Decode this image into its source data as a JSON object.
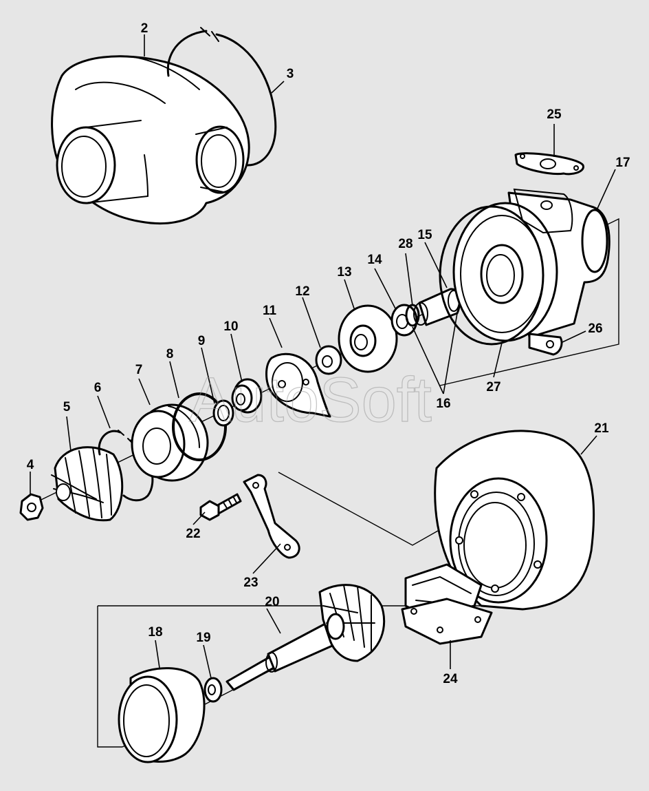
{
  "diagram": {
    "watermark": "AutoSoft",
    "callouts": [
      {
        "id": "2",
        "label": "2"
      },
      {
        "id": "3",
        "label": "3"
      },
      {
        "id": "4",
        "label": "4"
      },
      {
        "id": "5",
        "label": "5"
      },
      {
        "id": "6",
        "label": "6"
      },
      {
        "id": "7",
        "label": "7"
      },
      {
        "id": "8",
        "label": "8"
      },
      {
        "id": "9",
        "label": "9"
      },
      {
        "id": "10",
        "label": "10"
      },
      {
        "id": "11",
        "label": "11"
      },
      {
        "id": "12",
        "label": "12"
      },
      {
        "id": "13",
        "label": "13"
      },
      {
        "id": "14",
        "label": "14"
      },
      {
        "id": "15",
        "label": "15"
      },
      {
        "id": "16",
        "label": "16"
      },
      {
        "id": "17",
        "label": "17"
      },
      {
        "id": "18",
        "label": "18"
      },
      {
        "id": "19",
        "label": "19"
      },
      {
        "id": "20",
        "label": "20"
      },
      {
        "id": "21",
        "label": "21"
      },
      {
        "id": "22",
        "label": "22"
      },
      {
        "id": "23",
        "label": "23"
      },
      {
        "id": "24",
        "label": "24"
      },
      {
        "id": "25",
        "label": "25"
      },
      {
        "id": "26",
        "label": "26"
      },
      {
        "id": "27",
        "label": "27"
      },
      {
        "id": "28",
        "label": "28"
      }
    ]
  }
}
